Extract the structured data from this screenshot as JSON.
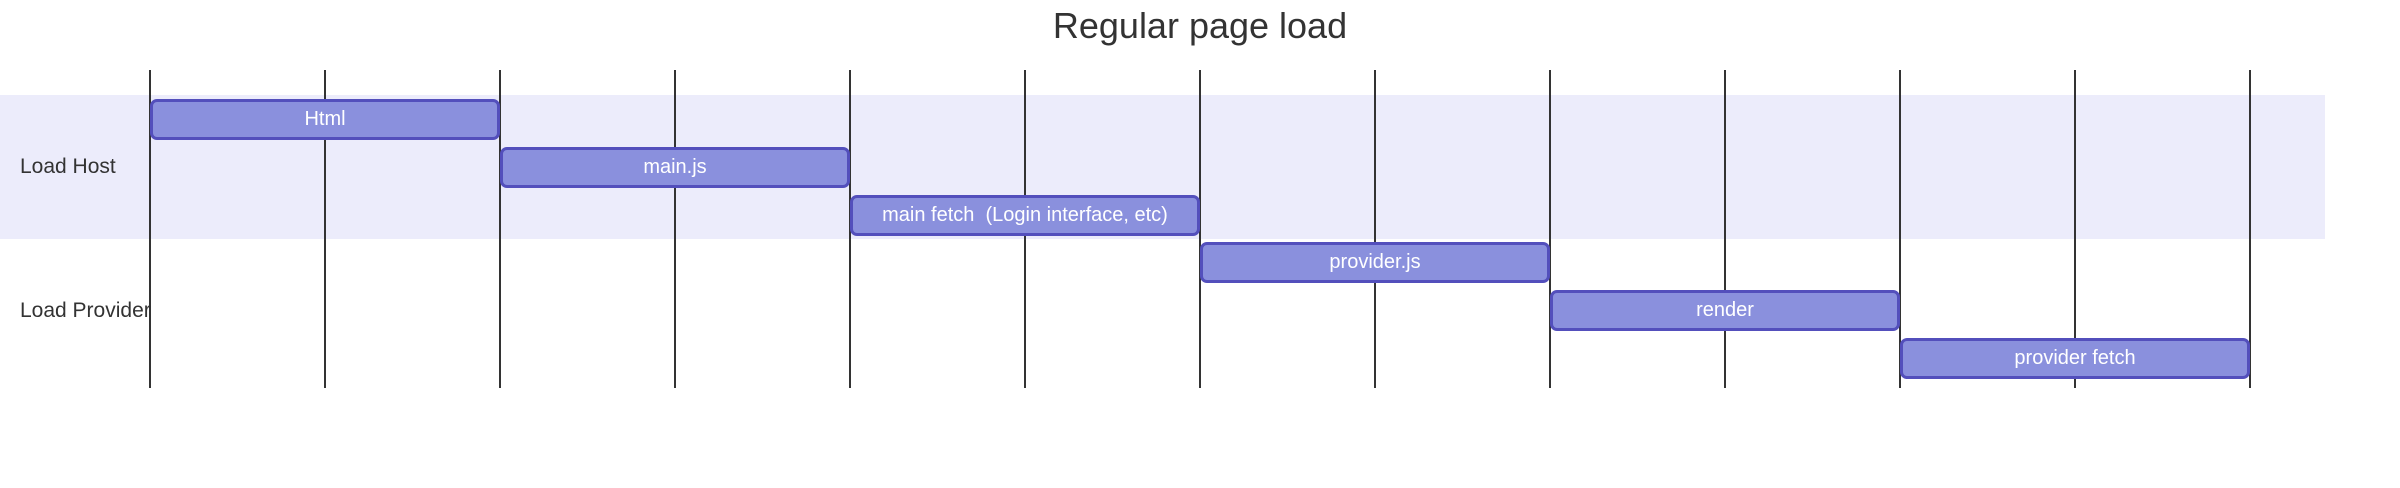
{
  "chart_data": {
    "type": "bar",
    "subtype": "gantt",
    "title": "Regular page load",
    "xlabel": "",
    "ylabel": "",
    "axis": {
      "tick_count": 13,
      "tick_min": 0,
      "tick_max": 12,
      "tick_labels_visible": false,
      "grid": true
    },
    "legend": "none",
    "sections": [
      {
        "name": "Load Host"
      },
      {
        "name": "Load Provider"
      }
    ],
    "tasks": [
      {
        "label": "Html",
        "section": "Load Host",
        "row": 0,
        "start": 0,
        "end": 2
      },
      {
        "label": "main.js",
        "section": "Load Host",
        "row": 1,
        "start": 2,
        "end": 4
      },
      {
        "label": "main fetch  (Login interface, etc)",
        "section": "Load Host",
        "row": 2,
        "start": 4,
        "end": 6
      },
      {
        "label": "provider.js",
        "section": "Load Provider",
        "row": 3,
        "start": 6,
        "end": 8
      },
      {
        "label": "render",
        "section": "Load Provider",
        "row": 4,
        "start": 8,
        "end": 10
      },
      {
        "label": "provider fetch",
        "section": "Load Provider",
        "row": 5,
        "start": 10,
        "end": 12
      }
    ],
    "colors": {
      "task_fill": "#8a90dd",
      "task_border": "#534fbc",
      "task_text": "#ffffff",
      "section_band_odd": "#ececfb",
      "section_band_even": "#ffffff",
      "grid_line": "#333333",
      "title_text": "#333333",
      "section_label_text": "#333333",
      "background": "#ffffff"
    }
  }
}
